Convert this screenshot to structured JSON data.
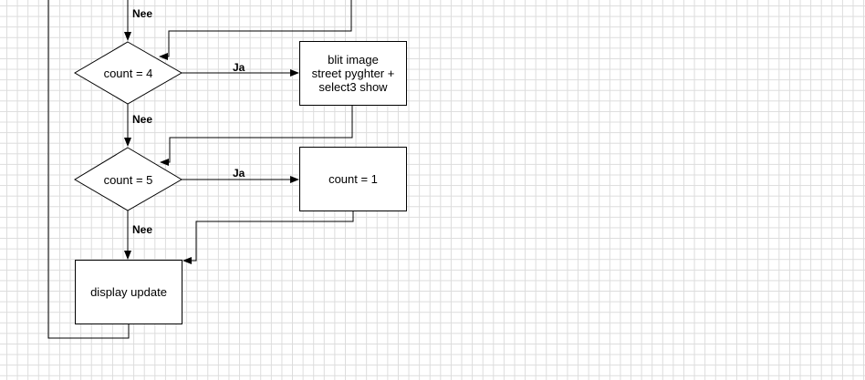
{
  "nodes": {
    "count_eq_4": "count = 4",
    "blit_image": "blit image\nstreet pyghter +\nselect3 show",
    "count_eq_5": "count = 5",
    "count_set_1": "count = 1",
    "display_update": "display update"
  },
  "edge_labels": {
    "top_no": "Nee",
    "d4_yes": "Ja",
    "d4_no": "Nee",
    "d5_yes": "Ja",
    "d5_no": "Nee"
  },
  "colors": {
    "grid": "#dcdcdc",
    "stroke": "#000000",
    "background": "#ffffff"
  }
}
